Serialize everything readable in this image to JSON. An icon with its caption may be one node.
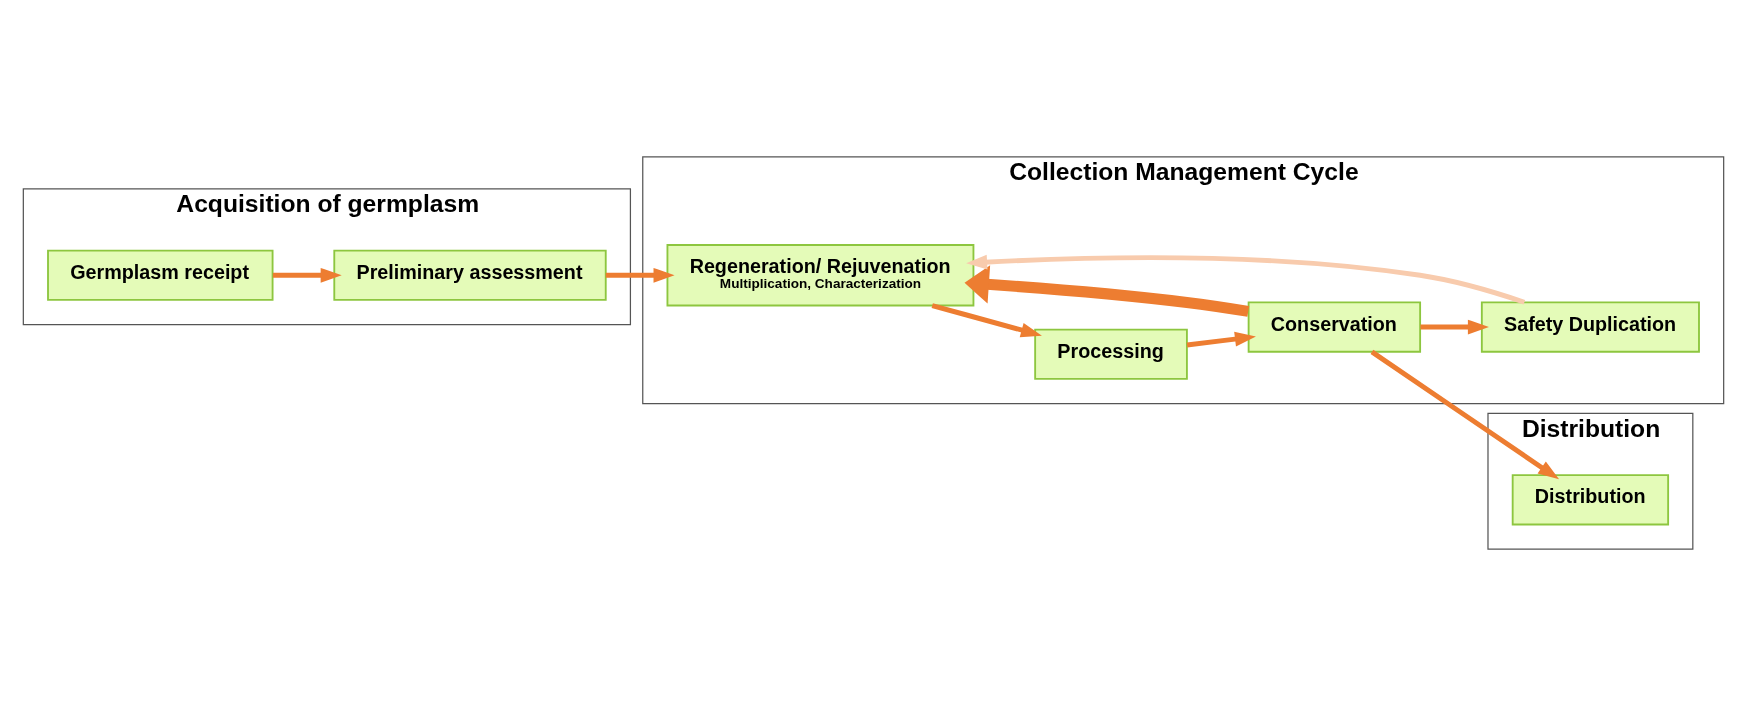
{
  "diagram": {
    "nodes": [
      {
        "text": [
          "Acquisition of germplasm"
        ]
      },
      {
        "text": [
          "Germplasm receipt"
        ],
        "in": 0
      },
      {
        "text": [
          "Preliminary assessment"
        ],
        "in": 0
      },
      {
        "text": [
          "Collection Management Cycle"
        ]
      },
      {
        "text": [
          "Regeneration/ Rejuvenation",
          "Multiplication, Characterization"
        ],
        "in": 3
      },
      {
        "text": [
          "Processing"
        ],
        "in": 3
      },
      {
        "text": [
          "Conservation"
        ],
        "in": 3
      },
      {
        "text": [
          "Safety Duplication"
        ],
        "in": 3
      },
      {
        "text": [
          "Distribution"
        ]
      },
      {
        "text": [
          "Distribution"
        ],
        "in": 8
      }
    ],
    "edges": [
      {
        "from": 1,
        "to": 2,
        "arrow": "to"
      },
      {
        "from": 2,
        "to": 4,
        "arrow": "to"
      },
      {
        "from": 4,
        "to": 5,
        "arrow": "to"
      },
      {
        "from": 5,
        "to": 6,
        "arrow": "to"
      },
      {
        "from": 6,
        "to": 4,
        "arrow": "to",
        "style": "thick"
      },
      {
        "from": 6,
        "to": 7,
        "arrow": "to"
      },
      {
        "from": 7,
        "to": 4,
        "arrow": "to",
        "color": "#f8cbad"
      },
      {
        "from": 6,
        "to": 9,
        "arrow": "to"
      }
    ]
  }
}
